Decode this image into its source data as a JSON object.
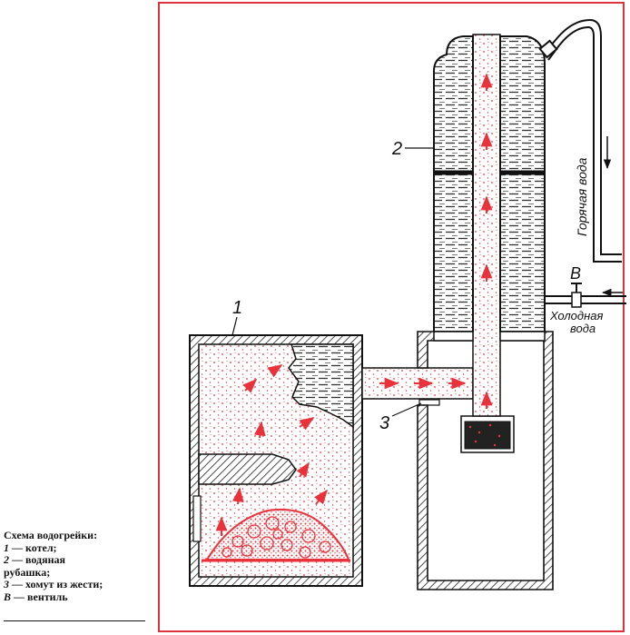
{
  "colors": {
    "frame": "#e0323c",
    "flame": "#e8333c",
    "ink": "#111111",
    "hatch": "#222222",
    "paper": "#ffffff"
  },
  "labels": {
    "boiler_num": "1",
    "jacket_num": "2",
    "clamp_num": "3",
    "valve_letter": "В",
    "hot_water": "Горячая вода",
    "cold_water_line1": "Холодная",
    "cold_water_line2": "вода"
  },
  "caption": {
    "title": "Схема водогрейки:",
    "items": [
      {
        "key": "1",
        "text": " — котел;"
      },
      {
        "key": "2",
        "text": " — водяная"
      },
      {
        "key": "",
        "text": "рубашка;"
      },
      {
        "key": "3",
        "text": " — хомут из жести;"
      },
      {
        "key": "В",
        "text": " — вентиль"
      }
    ]
  },
  "icons": {
    "flow_arrows": "arrow-icon",
    "valve": "valve-icon",
    "fuel_pile": "firewood-icon"
  }
}
